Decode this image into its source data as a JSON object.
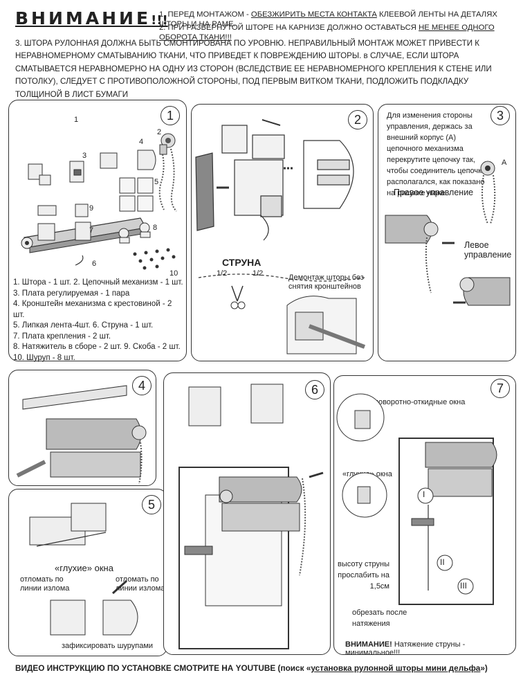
{
  "header": {
    "title": "ВНИМАНИЕ",
    "exclaim": "!!!",
    "note1_prefix": "1. ПЕРЕД МОНТАЖОМ - ",
    "note1_underlined": "ОБЕЗЖИРИТЬ МЕСТА КОНТАКТА",
    "note1_suffix": " КЛЕЕВОЙ ЛЕНТЫ НА ДЕТАЛЯХ ШТОРЫ И НА РАМЕ.",
    "note2_prefix": "2. ПРИ РАЗВЕРНУТОЙ ШТОРЕ НА КАРНИЗЕ ДОЛЖНО ОСТАВАТЬСЯ ",
    "note2_underlined": "НЕ МЕНЕЕ ОДНОГО ОБОРОТА ТКАНИ!!!",
    "note3": "3. ШТОРА РУЛОННАЯ ДОЛЖНА БЫТЬ СМОНТИРОВАНА ПО УРОВНЮ. НЕПРАВИЛЬНЫЙ МОНТАЖ МОЖЕТ ПРИВЕСТИ К НЕРАВНОМЕРНОМУ СМАТЫВАНИЮ ТКАНИ, ЧТО ПРИВЕДЕТ К ПОВРЕЖДЕНИЮ ШТОРЫ. в СЛУЧАЕ, ЕСЛИ ШТОРА СМАТЫВАЕТСЯ НЕРАВНОМЕРНО НА ОДНУ ИЗ СТОРОН (ВСЛЕДСТВИЕ ЕЕ НЕРАВНОМЕРНОГО КРЕПЛЕНИЯ К СТЕНЕ ИЛИ ПОТОЛКУ), СЛЕДУЕТ С ПРОТИВОПОЛОЖНОЙ СТОРОНЫ, ПОД ПЕРВЫМ ВИТКОМ ТКАНИ, ПОДЛОЖИТЬ ПОДКЛАДКУ ТОЛЩИНОЙ В ЛИСТ БУМАГИ"
  },
  "panel1": {
    "step": "1",
    "parts_list": [
      "1. Штора - 1 шт. 2. Цепочный механизм - 1 шт.",
      "3. Плата регулируемая - 1 пара",
      "4. Кронштейн механизма с крестовиной - 2 шт.",
      "5. Липкая лента-4шт. 6. Струна - 1 шт.",
      "7. Плата крепления - 2 шт.",
      "8. Натяжитель в сборе - 2 шт. 9. Скоба - 2 шт.",
      "10. Шуруп - 8 шт."
    ],
    "callouts": [
      "1",
      "2",
      "3",
      "4",
      "5",
      "6",
      "7",
      "8",
      "9",
      "10"
    ]
  },
  "panel2": {
    "step": "2",
    "string_label": "СТРУНА",
    "half_left": "1/2",
    "half_right": "1/2",
    "dismount_note": "Демонтаж шторы без снятия кронштейнов"
  },
  "panel3": {
    "step": "3",
    "instruction": "Для изменения стороны управления, держась за внешний корпус (А) цепочного механизма перекрутите цепочку так, чтобы соединитель цепочки располагался, как показано на рисунке ниже.",
    "label_a": "А",
    "right_control": "Правое управление",
    "left_control": "Левое управление"
  },
  "panel4": {
    "step": "4"
  },
  "panel5": {
    "step": "5",
    "blind_windows": "«глухие» окна",
    "break_left": "отломать по линии излома",
    "break_right": "отломать по линии излома",
    "fix_screws": "зафиксировать шурупами"
  },
  "panel6": {
    "step": "6"
  },
  "panel7": {
    "step": "7",
    "tilt_windows": "поворотно-откидные окна",
    "blind_windows": "«глухие» окна",
    "loosen": "высоту струны прослабить на 1,5см",
    "cut": "обрезать после натяжения",
    "roman_1": "I",
    "roman_2": "II",
    "roman_3": "III",
    "warning_bold": "ВНИМАНИЕ!",
    "warning_text": " Натяжение струны - минимальное!!!"
  },
  "footer": {
    "prefix": "ВИДЕО ИНСТРУКЦИЮ ПО УСТАНОВКЕ СМОТРИТЕ НА YOUTUBE (поиск «",
    "link": "установка рулонной шторы мини дельфа",
    "suffix": "»)"
  }
}
